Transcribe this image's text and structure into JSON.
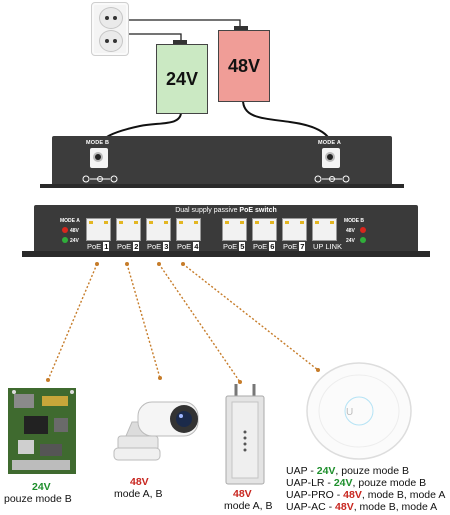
{
  "power": {
    "psu_24_label": "24V",
    "psu_48_label": "48V"
  },
  "mode_box": {
    "mode_b_label": "MODE B",
    "mode_a_label": "MODE A"
  },
  "switch": {
    "title_prefix": "Dual supply passive ",
    "title_bold": "PoE switch",
    "left_mode_label": "MODE A",
    "right_mode_label": "MODE B",
    "left_48": "48V",
    "left_24": "24V",
    "right_48": "48V",
    "right_24": "24V",
    "ports": [
      {
        "label": "PoE",
        "num": "1"
      },
      {
        "label": "PoE",
        "num": "2"
      },
      {
        "label": "PoE",
        "num": "3"
      },
      {
        "label": "PoE",
        "num": "4"
      },
      {
        "label": "PoE",
        "num": "5"
      },
      {
        "label": "PoE",
        "num": "6"
      },
      {
        "label": "PoE",
        "num": "7"
      },
      {
        "label": "UP LINK",
        "num": ""
      }
    ],
    "colors": {
      "led_red": "#d8261d",
      "led_green": "#2fae3a",
      "port_indicator": "#e3b622"
    }
  },
  "devices": {
    "routerboard": {
      "voltage": "24V",
      "mode": "pouze mode B"
    },
    "camera": {
      "voltage": "48V",
      "mode": "mode A, B"
    },
    "ap_outdoor": {
      "voltage": "48V",
      "mode": "mode A, B"
    },
    "uap_list": [
      {
        "name": "UAP - ",
        "voltage": "24V",
        "rest": ", pouze mode B",
        "color": "green"
      },
      {
        "name": "UAP-LR - ",
        "voltage": "24V",
        "rest": ", pouze mode B",
        "color": "green"
      },
      {
        "name": "UAP-PRO - ",
        "voltage": "48V",
        "rest": ", mode B, mode A",
        "color": "red"
      },
      {
        "name": "UAP-AC - ",
        "voltage": "48V",
        "rest": ", mode B, mode A",
        "color": "red"
      }
    ]
  },
  "icons": [
    "wall-outlet-icon",
    "power-supply-icon",
    "dc-jack-icon",
    "dc-polarity-icon",
    "rj45-port-icon",
    "led-icon",
    "routerboard-icon",
    "camera-icon",
    "outdoor-ap-icon",
    "unifi-ap-icon"
  ]
}
